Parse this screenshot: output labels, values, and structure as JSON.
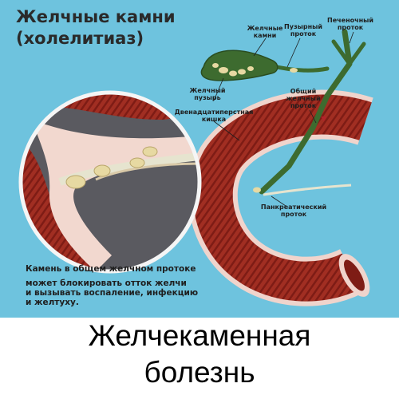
{
  "title_line1": "Желчные камни",
  "title_line2": "(холелитиаз)",
  "labels": {
    "gallbladder_stones": "Желчные\nкамни",
    "cystic_duct": "Пузырный\nпроток",
    "hepatic_duct": "Печеночный\nпроток",
    "gallbladder": "Желчный\nпузырь",
    "common_bile_duct": "Общий\nжелчный\nпроток",
    "duodenum": "Двенадцатиперстная\nкишка",
    "pancreatic_duct": "Панкреатический\nпроток"
  },
  "caption_line1": "Камень в общем желчном протоке",
  "caption_line2": "может блокировать отток желчи\nи вызывать воспаление, инфекцию\nи желтуху.",
  "bottom_line1": "Желчекаменная",
  "bottom_line2": "болезнь",
  "colors": {
    "background": "#6ec3de",
    "intestine": "#a12e22",
    "gallbladder": "#3d6b2f",
    "stone": "#e7d9a2",
    "tissue": "#f2d8cf"
  }
}
